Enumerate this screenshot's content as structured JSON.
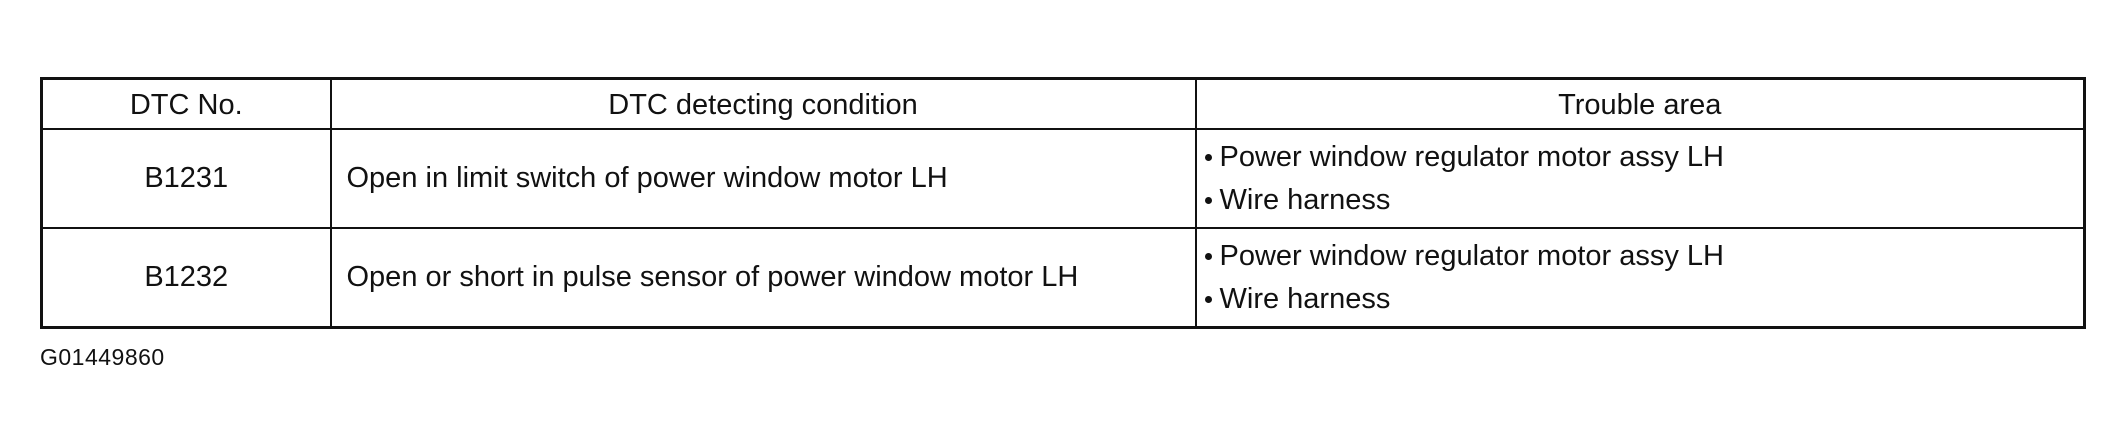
{
  "table": {
    "headers": [
      "DTC No.",
      "DTC detecting condition",
      "Trouble area"
    ],
    "rows": [
      {
        "dtc_no": "B1231",
        "condition": "Open in limit switch of power window motor LH",
        "trouble_area": [
          "Power window regulator motor assy LH",
          "Wire harness"
        ]
      },
      {
        "dtc_no": "B1232",
        "condition": "Open or short in pulse sensor of power window motor LH",
        "trouble_area": [
          "Power window regulator motor assy LH",
          "Wire harness"
        ]
      }
    ]
  },
  "figure_id": "G01449860"
}
